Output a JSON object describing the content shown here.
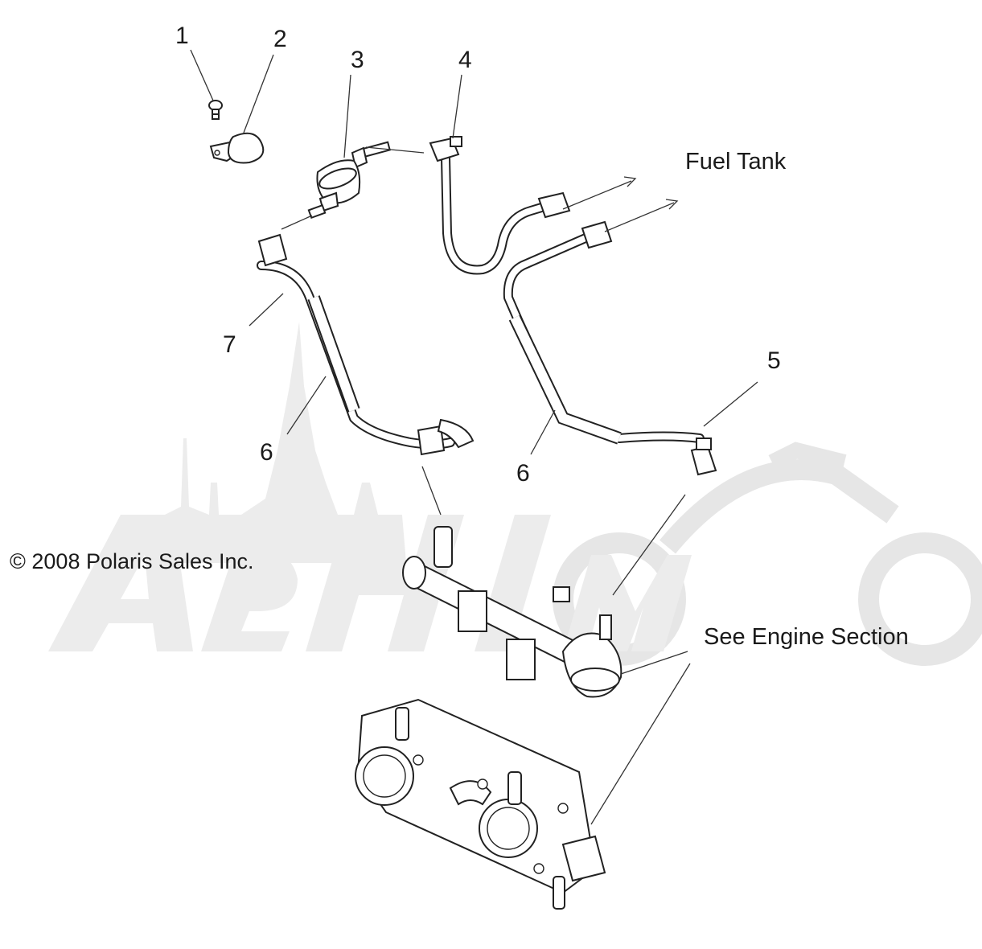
{
  "callouts": {
    "c1": "1",
    "c2": "2",
    "c3": "3",
    "c4": "4",
    "c5": "5",
    "c6a": "6",
    "c6b": "6",
    "c7": "7"
  },
  "labels": {
    "fuel_tank": "Fuel Tank",
    "see_engine": "See Engine Section",
    "copyright": "© 2008 Polaris Sales Inc."
  },
  "watermark": {
    "text": "AeHIMomo"
  },
  "colors": {
    "line": "#222222",
    "watermark": "#e8e8e8",
    "background": "#ffffff"
  }
}
